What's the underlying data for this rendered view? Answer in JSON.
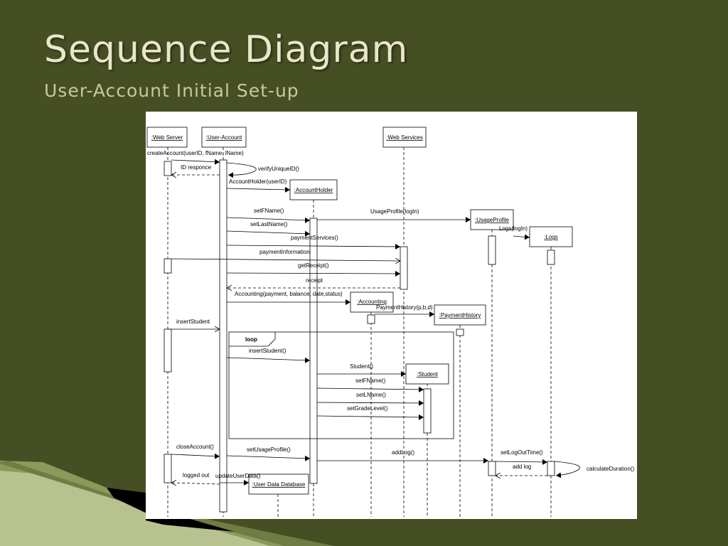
{
  "slide": {
    "title": "Sequence Diagram",
    "subtitle": "User-Account Initial Set-up"
  },
  "colors": {
    "background": "#464f24",
    "title": "#e9e6c9",
    "subtitle": "#c9c6a0",
    "decoration": [
      "#8b9a5c",
      "#b7c28f",
      "#000000"
    ]
  },
  "diagram": {
    "objects": {
      "web_server": ":Web Server",
      "user_account": ":User-Account",
      "web_services": ":Web Services",
      "account_holder": ":AccountHolder",
      "usage_profile": ":UsageProfile",
      "logs": ":Logs",
      "accounting": ":Accounting",
      "payment_history": ":PaymentHistory",
      "student": ":Student",
      "user_data_database": ":User Data Database"
    },
    "messages": {
      "create_account": "createAccount(userID, fName, lName)",
      "id_response": "ID responce",
      "verify_unique_id": "verifyUniqueID()",
      "account_holder": "AccountHolder(userID)",
      "set_fname": "setFName()",
      "usage_profile": "UsageProfile(logIn)",
      "logs": "Logs(logIn)",
      "set_last_name": "setLastName()",
      "payment_services": "paymentServices()",
      "payment_information": "paymentInformation",
      "get_receipt": "getReceipt()",
      "receipt": "receipt",
      "accounting": "Accounting(payment, balance, date,status)",
      "payment_history": "PaymentHistory(p,b,d)",
      "insert_student_1": "insertStudent",
      "loop": "loop",
      "insert_student_2": "insertStudent()",
      "student": "Student()",
      "student_set_fname": "setFName()",
      "set_lname": "setLName()",
      "set_grade_level": "setGradeLevel()",
      "close_account": "closeAccount()",
      "set_usage_profile": "setUsageProfile()",
      "add_log_call": "addLog()",
      "set_log_out_time": "setLogOutTime()",
      "add_log_return": "add log",
      "calculate_duration": "calculateDuration()",
      "logged_out": "logged out",
      "update_user_data": "updateUserData()"
    }
  }
}
